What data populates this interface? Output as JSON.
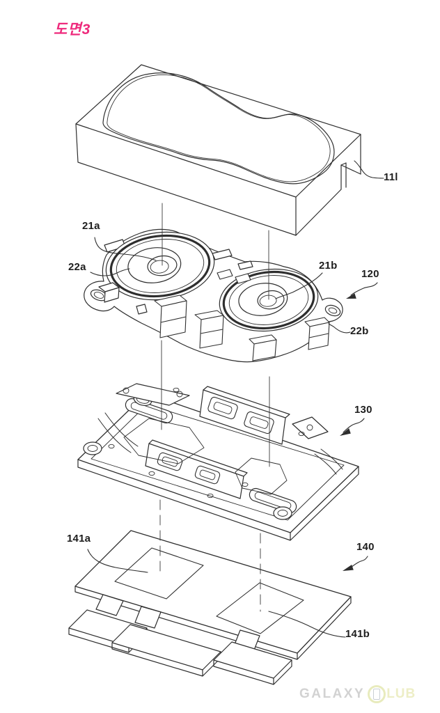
{
  "title": {
    "text": "도면3"
  },
  "figure": {
    "kind": "patent exploded-view line drawing, dual camera module",
    "labels": {
      "l11": "11l",
      "l21a": "21a",
      "l22a": "22a",
      "l21b": "21b",
      "l120": "120",
      "l22b": "22b",
      "l130": "130",
      "l141a": "141a",
      "l140": "140",
      "l141b": "141b"
    }
  },
  "watermark": {
    "text_left": "GALAXY",
    "text_right": "LUB",
    "icon": "phone-in-circle"
  },
  "colors": {
    "line": "#2e2e2e",
    "title_pink": "#ee2a7c",
    "watermark_gray": "#d2d2d2",
    "watermark_yellow": "#edeec6"
  }
}
